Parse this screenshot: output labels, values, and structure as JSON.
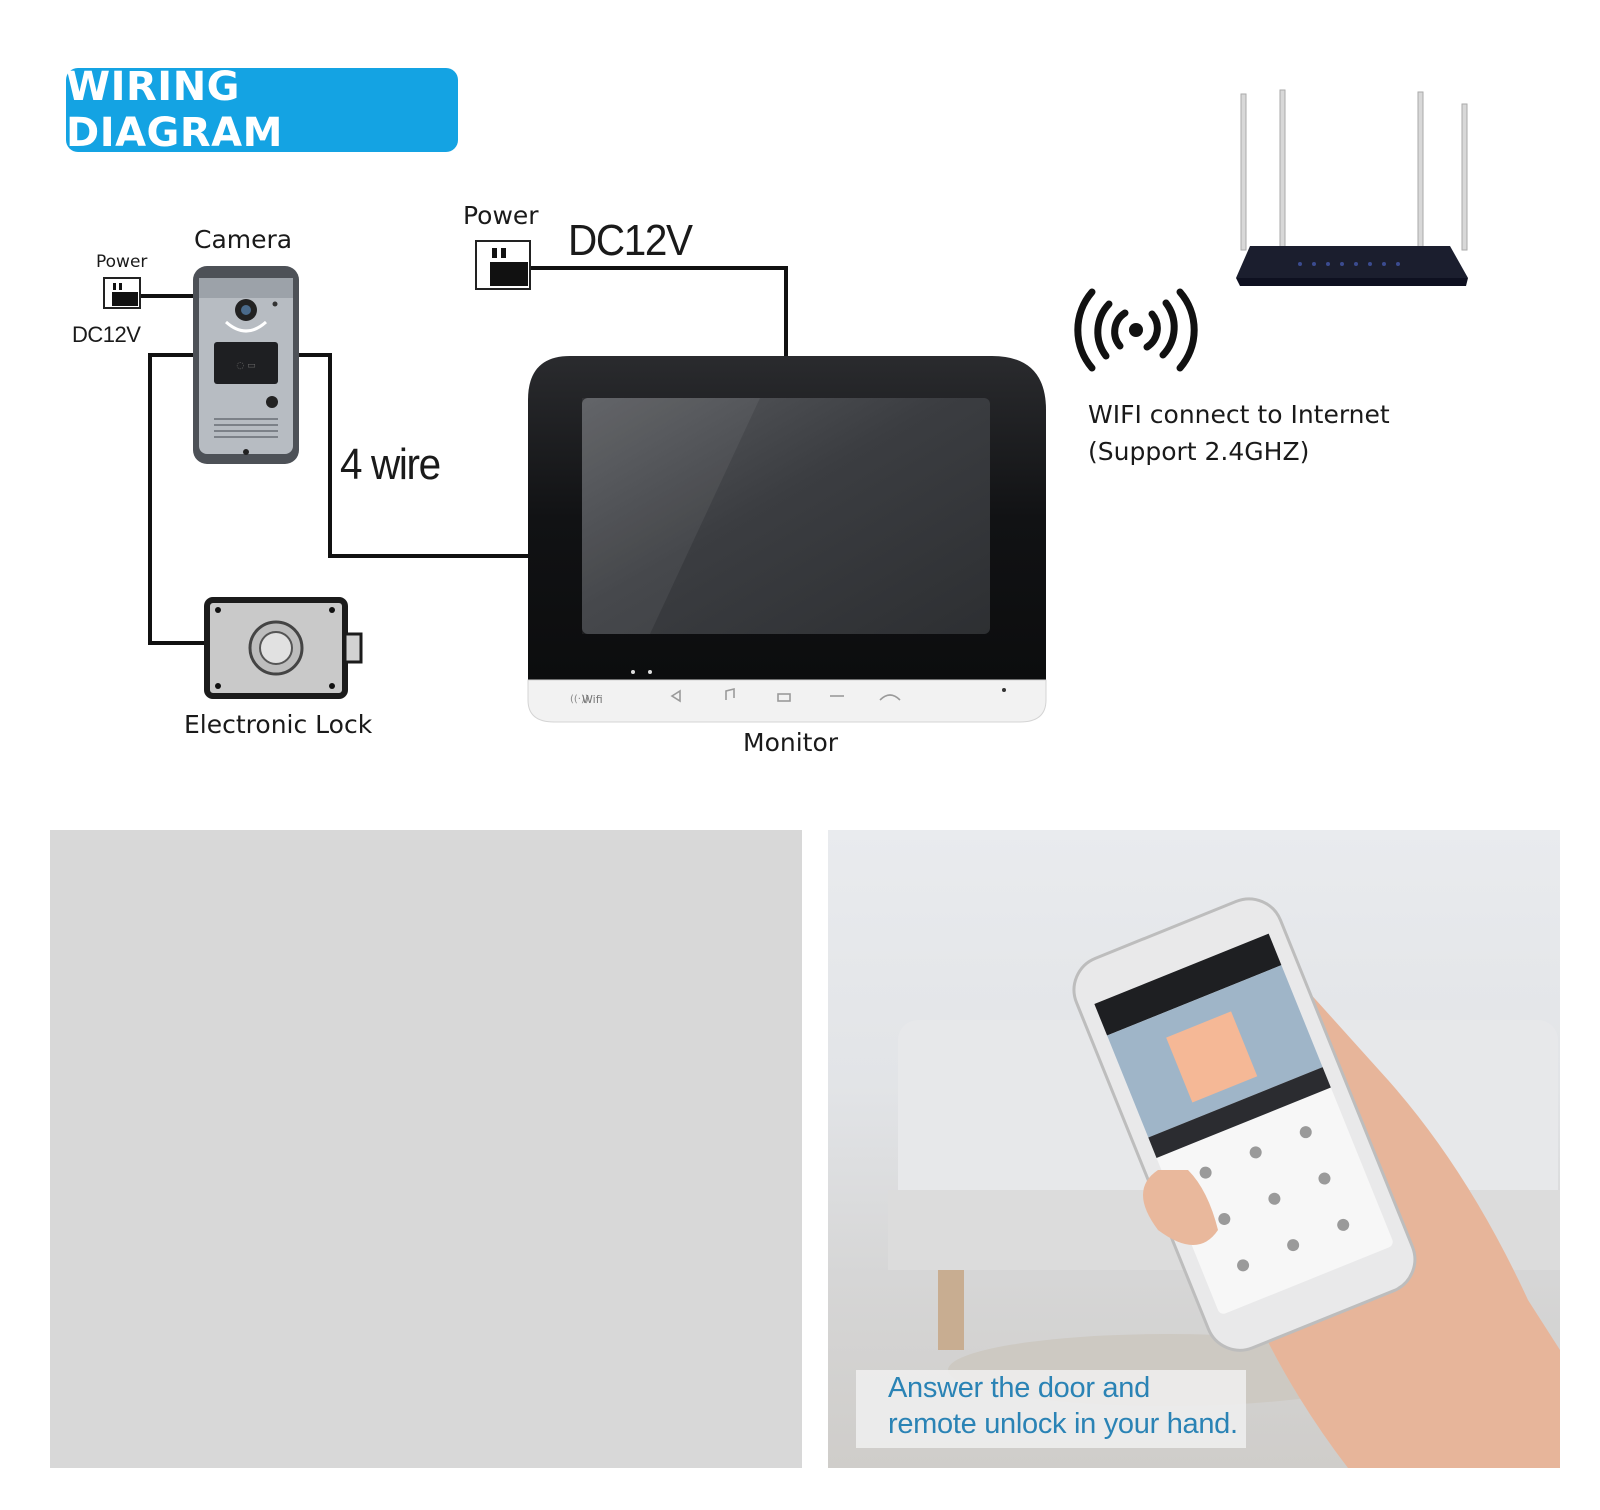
{
  "header": {
    "title": "WIRING DIAGRAM"
  },
  "diagram": {
    "camera_label": "Camera",
    "camera_power_label": "Power",
    "camera_power_voltage": "DC12V",
    "monitor_power_label": "Power",
    "monitor_power_voltage": "DC12V",
    "wire_label": "4 wire",
    "lock_label": "Electronic Lock",
    "monitor_label": "Monitor",
    "monitor_wifi_indicator": "Wifi",
    "wifi_text_line1": "WIFI connect to Internet",
    "wifi_text_line2": "(Support 2.4GHZ)"
  },
  "photo": {
    "caption_line1": "Answer the door and",
    "caption_line2": "remote unlock in your hand."
  },
  "colors": {
    "badge": "#14a3e3",
    "wire": "#111111",
    "caption_text": "#2a83b5"
  }
}
